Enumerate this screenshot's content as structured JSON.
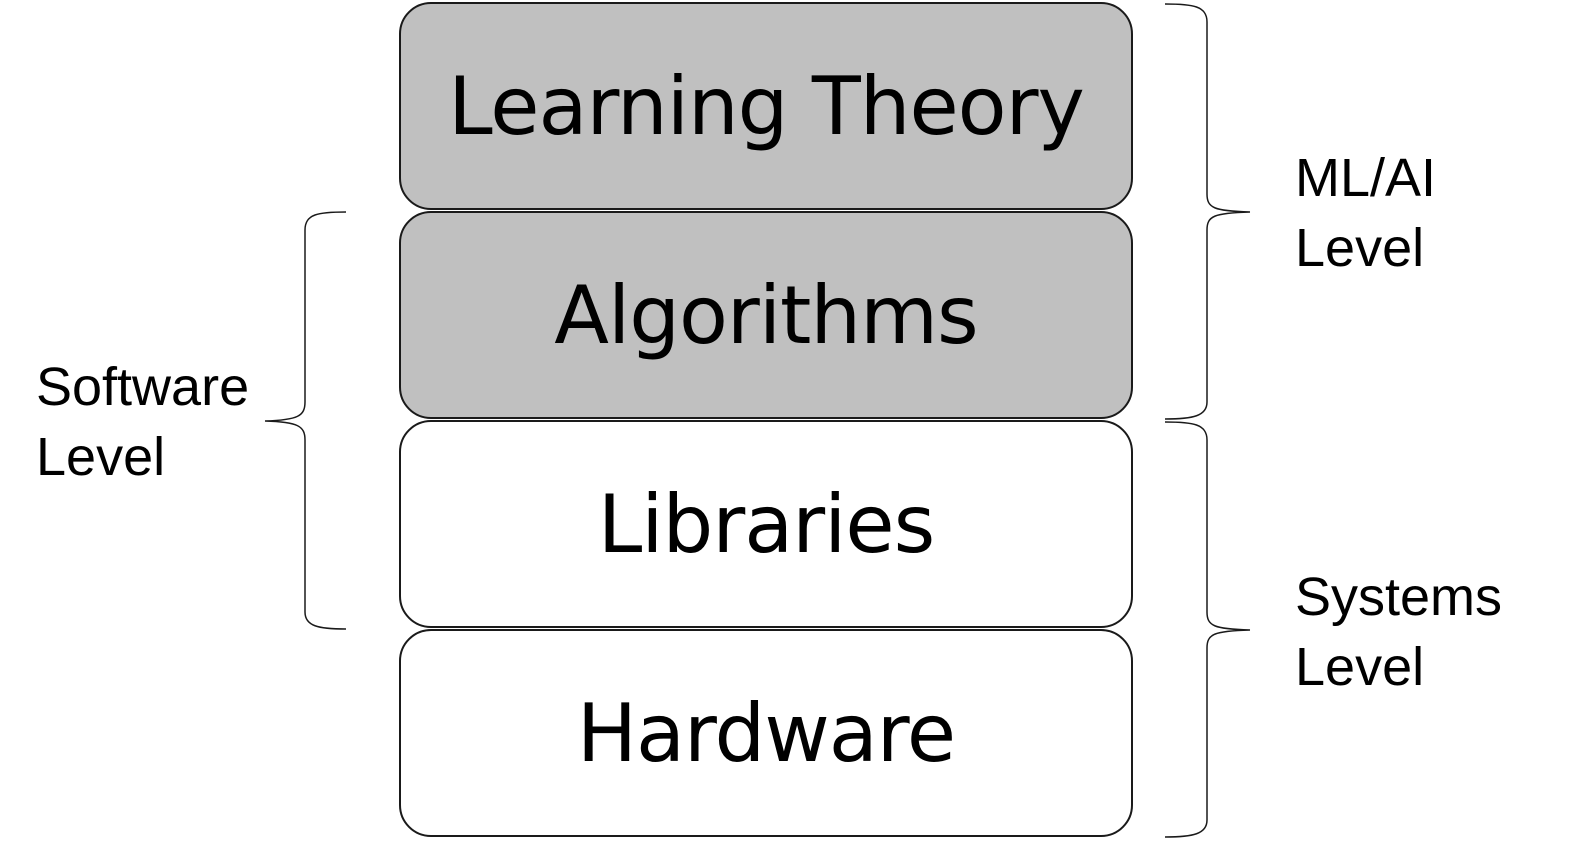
{
  "layers": [
    {
      "label": "Learning Theory",
      "fill": "#c0c0c0"
    },
    {
      "label": "Algorithms",
      "fill": "#c0c0c0"
    },
    {
      "label": "Libraries",
      "fill": "#ffffff"
    },
    {
      "label": "Hardware",
      "fill": "#ffffff"
    }
  ],
  "groups": {
    "software": {
      "line1": "Software",
      "line2": "Level"
    },
    "ml_ai": {
      "line1": "ML/AI",
      "line2": "Level"
    },
    "systems": {
      "line1": "Systems",
      "line2": "Level"
    }
  }
}
